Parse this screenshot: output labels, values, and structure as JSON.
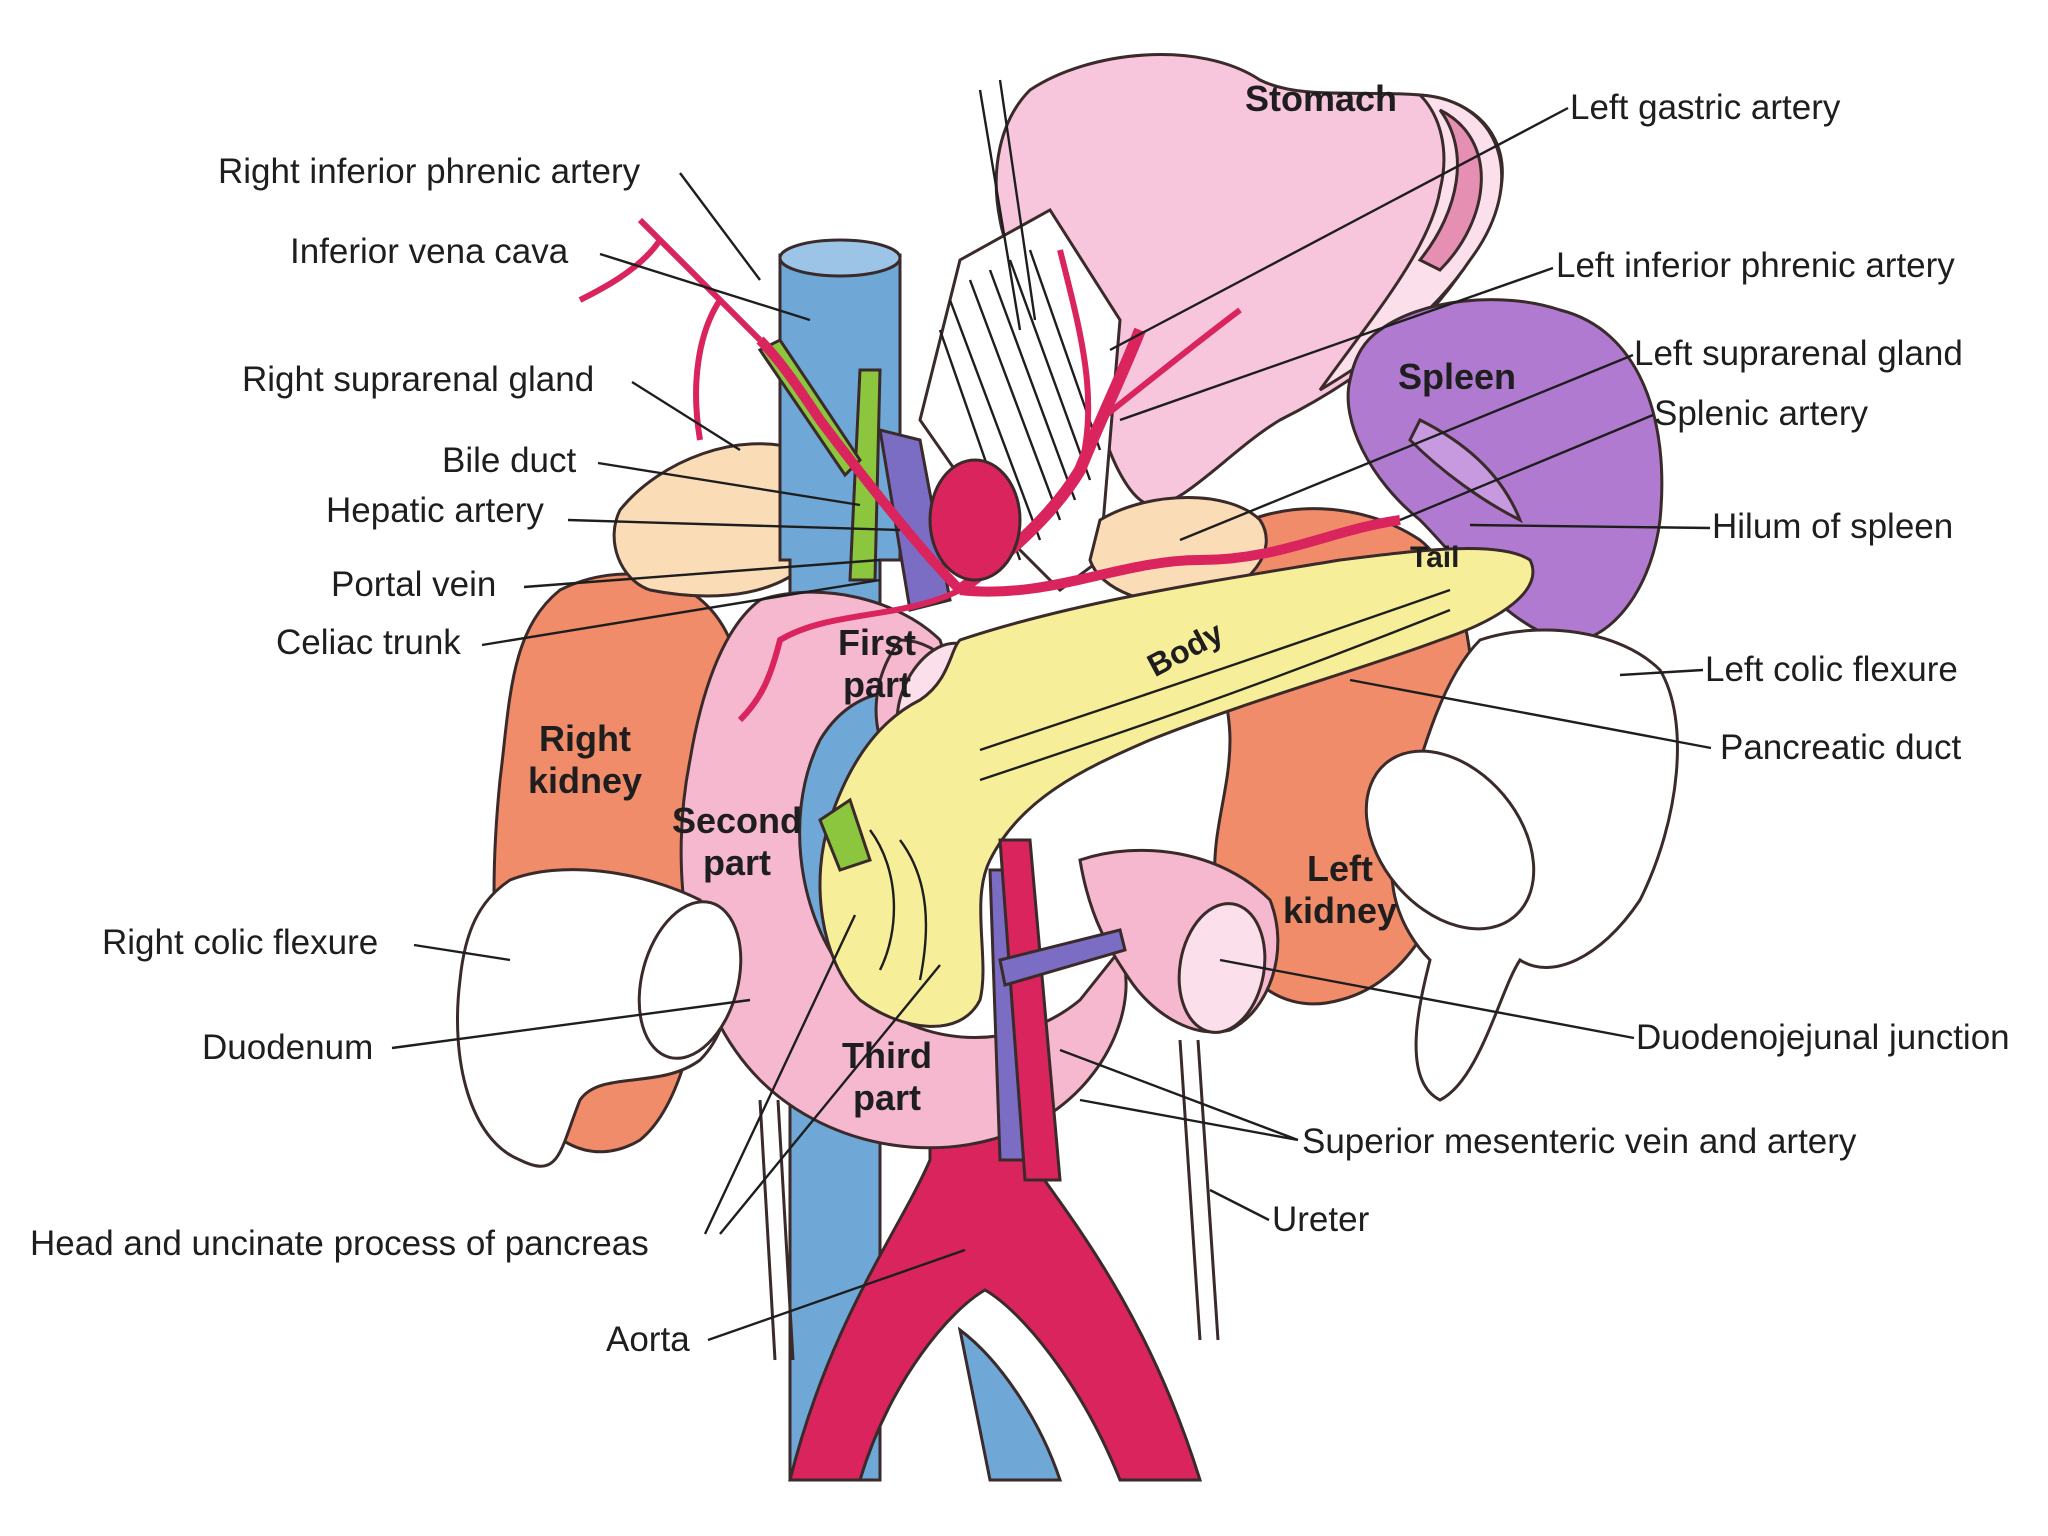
{
  "organ_labels": {
    "stomach": "Stomach",
    "spleen": "Spleen",
    "tail": "Tail",
    "body": "Body",
    "first_part": [
      "First",
      "part"
    ],
    "second_part": [
      "Second",
      "part"
    ],
    "third_part": [
      "Third",
      "part"
    ],
    "right_kidney": [
      "Right",
      "kidney"
    ],
    "left_kidney": [
      "Left",
      "kidney"
    ]
  },
  "callouts_left": {
    "right_inferior_phrenic_artery": "Right inferior phrenic artery",
    "inferior_vena_cava": "Inferior vena cava",
    "right_suprarenal_gland": "Right suprarenal gland",
    "bile_duct": "Bile duct",
    "hepatic_artery": "Hepatic artery",
    "portal_vein": "Portal vein",
    "celiac_trunk": "Celiac trunk",
    "right_colic_flexure": "Right colic flexure",
    "duodenum": "Duodenum",
    "head_uncinate": "Head and uncinate process of pancreas",
    "aorta": "Aorta"
  },
  "callouts_right": {
    "left_gastric_artery": "Left gastric artery",
    "left_inferior_phrenic_artery": "Left inferior phrenic artery",
    "left_suprarenal_gland": "Left suprarenal gland",
    "splenic_artery": "Splenic artery",
    "hilum_of_spleen": "Hilum of spleen",
    "left_colic_flexure": "Left colic flexure",
    "pancreatic_duct": "Pancreatic duct",
    "duodenojejunal_junction": "Duodenojejunal junction",
    "superior_mesenteric": "Superior mesenteric vein and artery",
    "ureter": "Ureter"
  },
  "colors": {
    "artery": "#d9245e",
    "vein_ivc": "#6fa7d6",
    "vein_sm": "#7b6cc4",
    "bile": "#8cc63f",
    "kidney": "#f08c6a",
    "duodenum": "#f6b8cf",
    "pancreas": "#f7ee9a",
    "stomach": "#f7c6dc",
    "spleen": "#b07ad1",
    "suprarenal": "#fadcb6",
    "colon": "#ffffff"
  }
}
